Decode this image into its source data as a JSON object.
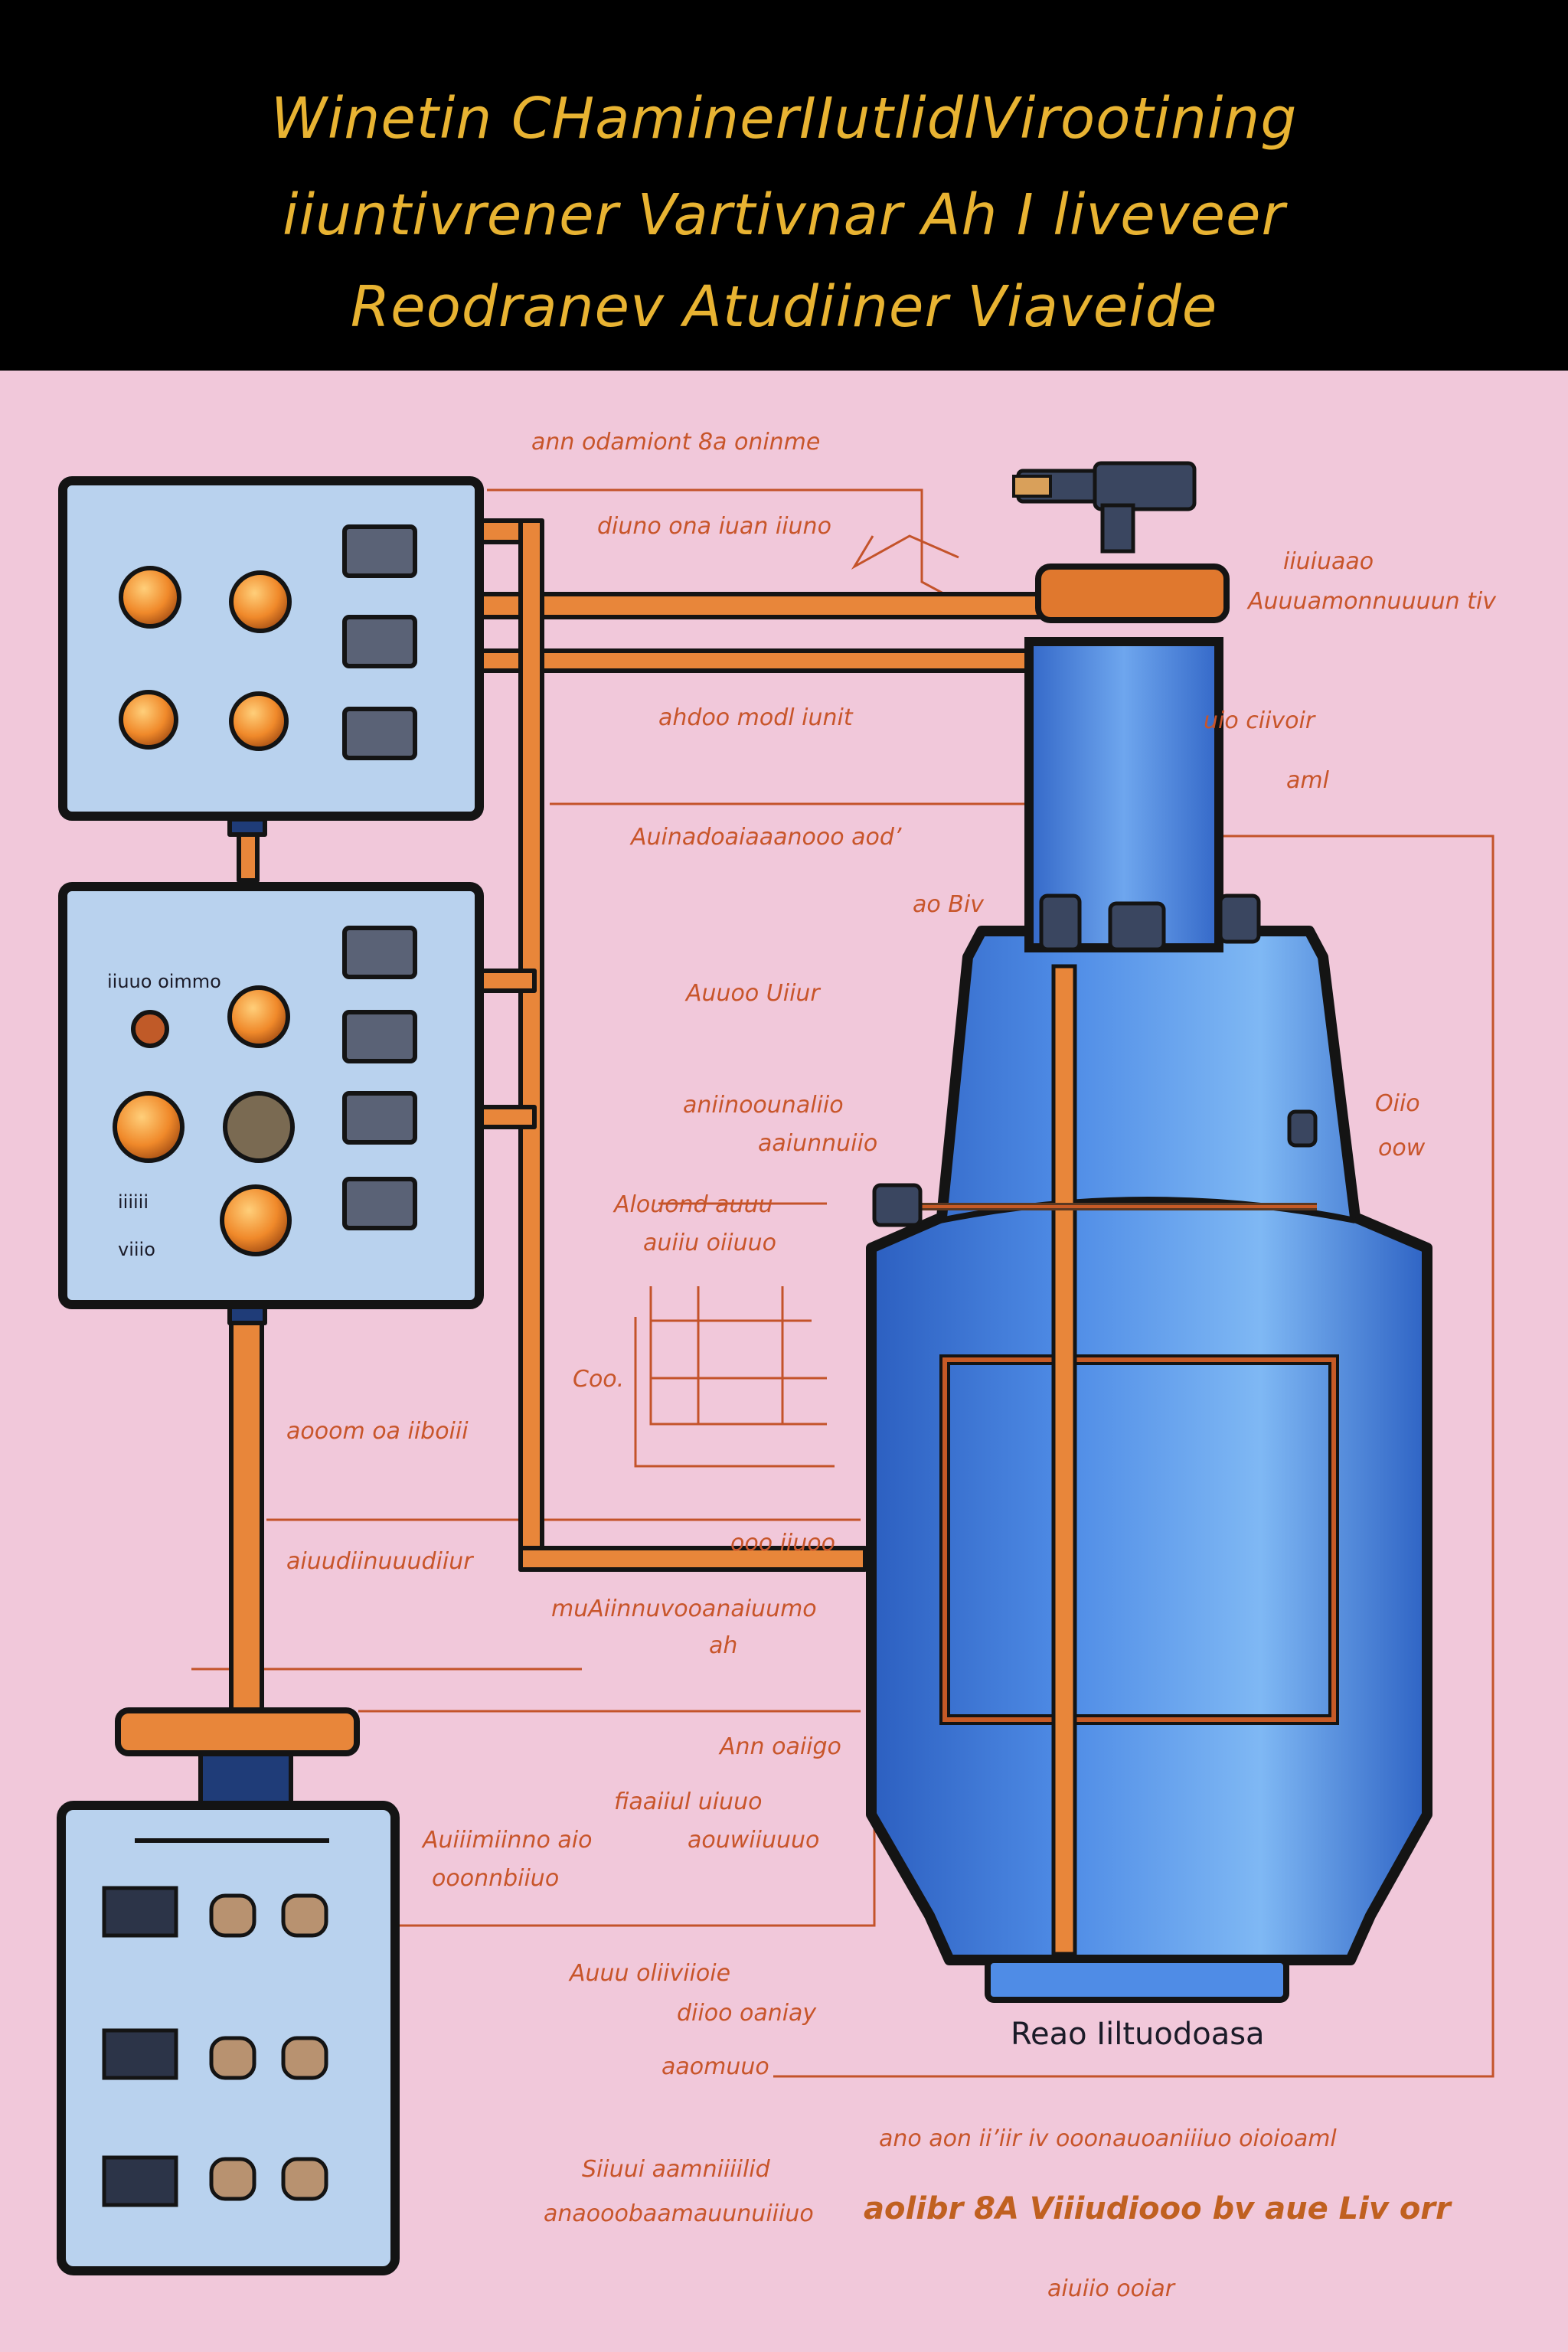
{
  "title": {
    "line1": "Winetin CHaminerIIutlidlVirootining",
    "line2": "iiuntivrener Vartivnar Ah I liveveer",
    "line3": "Reodranev Atudiiner Viaveide"
  },
  "labels": {
    "l01": "ann odamiont 8a oninme",
    "l02": "diuno ona iuan iiuno",
    "l03": "ahdoo modl iunit",
    "l04": "Auinadoaiaaanooo aod’",
    "l05": "ao Biv",
    "l06": "Auuoo Uiiur",
    "l07": "aniinoounaliio",
    "l08": "aaiunnuiio",
    "l09": "Alouond auuu",
    "l10": "auiiu oiiuuo",
    "l11": "Coo.",
    "l12": "aooom oa iiboiii",
    "l13": "ooo iiuoo",
    "l14": "aiuudiinuuudiiur",
    "l15": "muAiinnuvooanaiuumo",
    "l16": "ah",
    "l17": "Ann oaiigo",
    "l18": "fiaaiiul uiuuo",
    "l19": "Auiiimiinno aio",
    "l20": "aouwiiuuuo",
    "l21": "ooonnbiiuo",
    "l22": "Auuu oliiviioie",
    "l23": "diioo oaniay",
    "l24": "aaomuuo",
    "l25": "ano aon ii’iir iv ooonauoaniiiuo oioioaml",
    "l26": "Siiuui aamniiiilid",
    "l27": "anaooobaamauunuiiiuo",
    "l28": "aolibr 8A Viiiudiooo bv aue Liv orr",
    "l29": "aiuiio ooiar",
    "l30": "Reao Iiltuodoasa",
    "l31": "iiuiuaao",
    "l32": "Auuuamonnuuuun tiv",
    "l33": "uio ciivoir",
    "l34": "aml",
    "l35": "Oiio",
    "l36": "oow",
    "l37": "iiuuo oimmo",
    "l38": "iiiiii",
    "l39": "viiio"
  },
  "colors": {
    "background": "#f1c8da",
    "header": "#000000",
    "title": "#e8b332",
    "label": "#c8552a",
    "leader": "#c4532a",
    "pipe": "#e8863a",
    "panel": "#b9d2ee",
    "tank": "#3f78d6",
    "outline": "#141414"
  }
}
